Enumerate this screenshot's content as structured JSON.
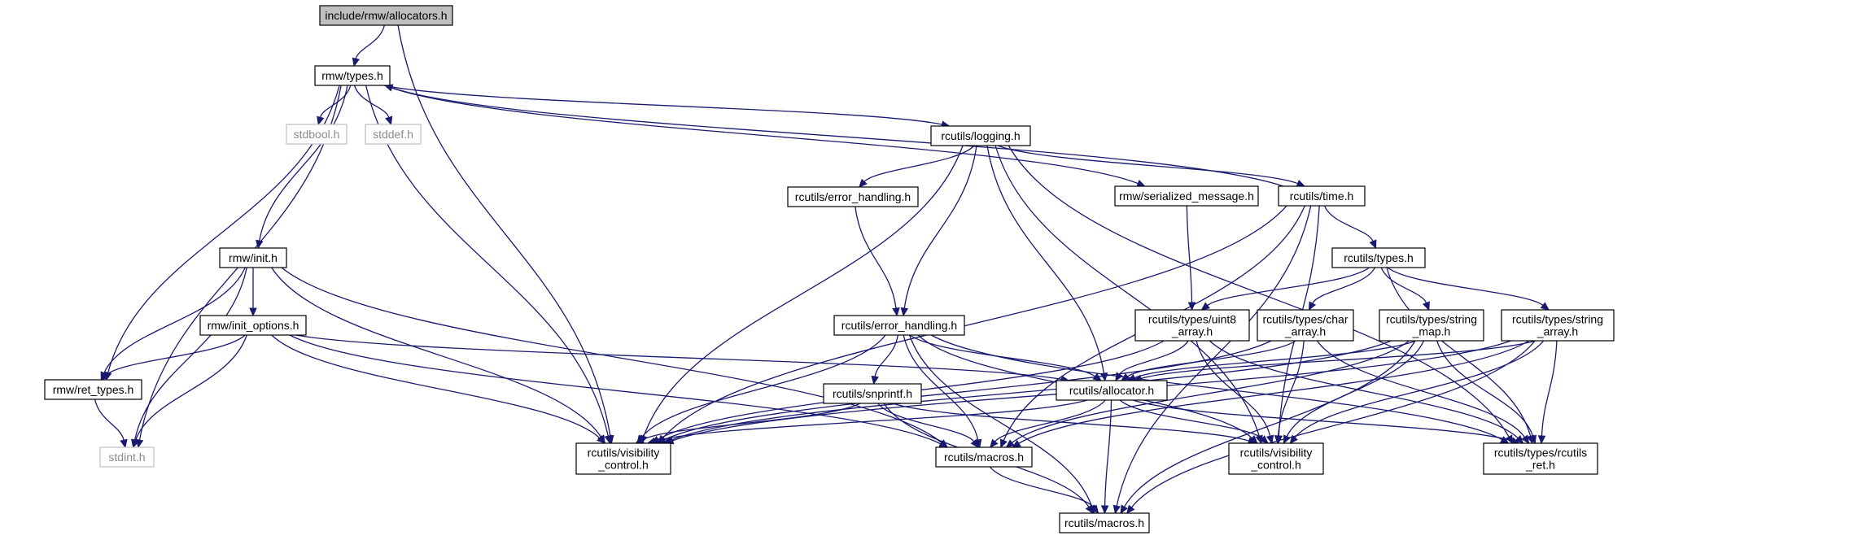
{
  "title": "include/rmw/allocators.h",
  "nodes": {
    "allocators": {
      "lines": [
        "include/rmw/allocators.h"
      ],
      "kind": "root"
    },
    "rmw_types": {
      "lines": [
        "rmw/types.h"
      ],
      "kind": "normal"
    },
    "stdbool": {
      "lines": [
        "stdbool.h"
      ],
      "kind": "system"
    },
    "stddef": {
      "lines": [
        "stddef.h"
      ],
      "kind": "system"
    },
    "rcutils_logging": {
      "lines": [
        "rcutils/logging.h"
      ],
      "kind": "normal"
    },
    "rcutils_error_handling_top": {
      "lines": [
        "rcutils/error_handling.h"
      ],
      "kind": "normal"
    },
    "rmw_serialized_message": {
      "lines": [
        "rmw/serialized_message.h"
      ],
      "kind": "normal"
    },
    "rcutils_time": {
      "lines": [
        "rcutils/time.h"
      ],
      "kind": "normal"
    },
    "rmw_init": {
      "lines": [
        "rmw/init.h"
      ],
      "kind": "normal"
    },
    "rcutils_types": {
      "lines": [
        "rcutils/types.h"
      ],
      "kind": "normal"
    },
    "rmw_init_options": {
      "lines": [
        "rmw/init_options.h"
      ],
      "kind": "normal"
    },
    "rcutils_error_handling_mid": {
      "lines": [
        "rcutils/error_handling.h"
      ],
      "kind": "normal"
    },
    "uint8_array": {
      "lines": [
        "rcutils/types/uint8",
        "_array.h"
      ],
      "kind": "normal"
    },
    "char_array": {
      "lines": [
        "rcutils/types/char",
        "_array.h"
      ],
      "kind": "normal"
    },
    "string_map": {
      "lines": [
        "rcutils/types/string",
        "_map.h"
      ],
      "kind": "normal"
    },
    "string_array": {
      "lines": [
        "rcutils/types/string",
        "_array.h"
      ],
      "kind": "normal"
    },
    "rmw_ret_types": {
      "lines": [
        "rmw/ret_types.h"
      ],
      "kind": "normal"
    },
    "rcutils_snprintf": {
      "lines": [
        "rcutils/snprintf.h"
      ],
      "kind": "normal"
    },
    "rcutils_allocator": {
      "lines": [
        "rcutils/allocator.h"
      ],
      "kind": "normal"
    },
    "stdint": {
      "lines": [
        "stdint.h"
      ],
      "kind": "system"
    },
    "visibility_left": {
      "lines": [
        "rcutils/visibility",
        "_control.h"
      ],
      "kind": "normal"
    },
    "macros_mid": {
      "lines": [
        "rcutils/macros.h"
      ],
      "kind": "normal"
    },
    "visibility_right": {
      "lines": [
        "rcutils/visibility",
        "_control.h"
      ],
      "kind": "normal"
    },
    "rcutils_ret": {
      "lines": [
        "rcutils/types/rcutils",
        "_ret.h"
      ],
      "kind": "normal"
    },
    "macros_bottom": {
      "lines": [
        "rcutils/macros.h"
      ],
      "kind": "normal"
    }
  },
  "edges": [
    [
      "allocators",
      "rmw_types"
    ],
    [
      "allocators",
      "visibility_left"
    ],
    [
      "rmw_types",
      "stdbool"
    ],
    [
      "rmw_types",
      "stddef"
    ],
    [
      "rmw_types",
      "rcutils_logging"
    ],
    [
      "rmw_types",
      "rmw_serialized_message"
    ],
    [
      "rmw_types",
      "rmw_init"
    ],
    [
      "rmw_types",
      "rmw_ret_types"
    ],
    [
      "rmw_types",
      "stdint"
    ],
    [
      "rmw_types",
      "visibility_left"
    ],
    [
      "rcutils_time",
      "rmw_types"
    ],
    [
      "rcutils_logging",
      "rcutils_error_handling_top"
    ],
    [
      "rcutils_logging",
      "rcutils_time"
    ],
    [
      "rcutils_logging",
      "rcutils_error_handling_mid"
    ],
    [
      "rcutils_logging",
      "visibility_left"
    ],
    [
      "rcutils_logging",
      "rcutils_allocator"
    ],
    [
      "rcutils_logging",
      "visibility_right"
    ],
    [
      "rcutils_logging",
      "rcutils_ret"
    ],
    [
      "rcutils_error_handling_top",
      "rcutils_error_handling_mid"
    ],
    [
      "rmw_serialized_message",
      "uint8_array"
    ],
    [
      "rcutils_time",
      "rcutils_types"
    ],
    [
      "rcutils_time",
      "visibility_left"
    ],
    [
      "rcutils_time",
      "macros_mid"
    ],
    [
      "rcutils_time",
      "visibility_right"
    ],
    [
      "rcutils_time",
      "macros_bottom"
    ],
    [
      "rcutils_types",
      "uint8_array"
    ],
    [
      "rcutils_types",
      "char_array"
    ],
    [
      "rcutils_types",
      "string_map"
    ],
    [
      "rcutils_types",
      "string_array"
    ],
    [
      "rcutils_types",
      "rcutils_ret"
    ],
    [
      "rmw_init",
      "rmw_init_options"
    ],
    [
      "rmw_init",
      "rmw_ret_types"
    ],
    [
      "rmw_init",
      "stdint"
    ],
    [
      "rmw_init",
      "visibility_left"
    ],
    [
      "rmw_init",
      "macros_mid"
    ],
    [
      "rmw_init_options",
      "rmw_ret_types"
    ],
    [
      "rmw_init_options",
      "stdint"
    ],
    [
      "rmw_init_options",
      "rcutils_allocator"
    ],
    [
      "rmw_init_options",
      "visibility_left"
    ],
    [
      "rmw_init_options",
      "macros_mid"
    ],
    [
      "rcutils_error_handling_mid",
      "rcutils_snprintf"
    ],
    [
      "rcutils_error_handling_mid",
      "rcutils_allocator"
    ],
    [
      "rcutils_error_handling_mid",
      "visibility_left"
    ],
    [
      "rcutils_error_handling_mid",
      "macros_mid"
    ],
    [
      "rcutils_error_handling_mid",
      "visibility_right"
    ],
    [
      "rcutils_error_handling_mid",
      "rcutils_ret"
    ],
    [
      "rcutils_error_handling_mid",
      "macros_bottom"
    ],
    [
      "uint8_array",
      "rcutils_allocator"
    ],
    [
      "uint8_array",
      "visibility_left"
    ],
    [
      "uint8_array",
      "visibility_right"
    ],
    [
      "uint8_array",
      "rcutils_ret"
    ],
    [
      "char_array",
      "rcutils_allocator"
    ],
    [
      "char_array",
      "visibility_left"
    ],
    [
      "char_array",
      "visibility_right"
    ],
    [
      "char_array",
      "rcutils_ret"
    ],
    [
      "string_map",
      "rcutils_allocator"
    ],
    [
      "string_map",
      "visibility_left"
    ],
    [
      "string_map",
      "macros_mid"
    ],
    [
      "string_map",
      "visibility_right"
    ],
    [
      "string_map",
      "rcutils_ret"
    ],
    [
      "string_map",
      "macros_bottom"
    ],
    [
      "string_array",
      "rcutils_allocator"
    ],
    [
      "string_array",
      "visibility_left"
    ],
    [
      "string_array",
      "macros_mid"
    ],
    [
      "string_array",
      "visibility_right"
    ],
    [
      "string_array",
      "rcutils_ret"
    ],
    [
      "string_array",
      "macros_bottom"
    ],
    [
      "rmw_ret_types",
      "stdint"
    ],
    [
      "rcutils_snprintf",
      "visibility_left"
    ],
    [
      "rcutils_snprintf",
      "macros_mid"
    ],
    [
      "rcutils_snprintf",
      "visibility_right"
    ],
    [
      "rcutils_snprintf",
      "macros_bottom"
    ],
    [
      "rcutils_allocator",
      "visibility_left"
    ],
    [
      "rcutils_allocator",
      "macros_mid"
    ],
    [
      "rcutils_allocator",
      "visibility_right"
    ],
    [
      "rcutils_allocator",
      "rcutils_ret"
    ],
    [
      "rcutils_allocator",
      "macros_bottom"
    ],
    [
      "macros_mid",
      "macros_bottom"
    ]
  ],
  "colors": {
    "edge": "#191970",
    "root_fill": "#bfbfbf",
    "node_border": "#000000",
    "system_border": "#bfbfbf",
    "system_text": "#8c8c8c"
  }
}
